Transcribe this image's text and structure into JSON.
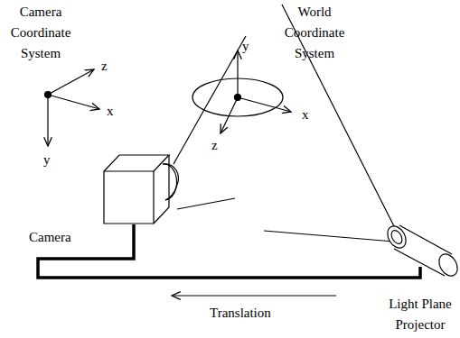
{
  "diagram": {
    "labels": [
      "Camera Coordinate System",
      "World Coordinate System",
      "z",
      "x",
      "y",
      "y",
      "x",
      "z",
      "Camera",
      "Translation",
      "Light Plane Projector"
    ]
  }
}
